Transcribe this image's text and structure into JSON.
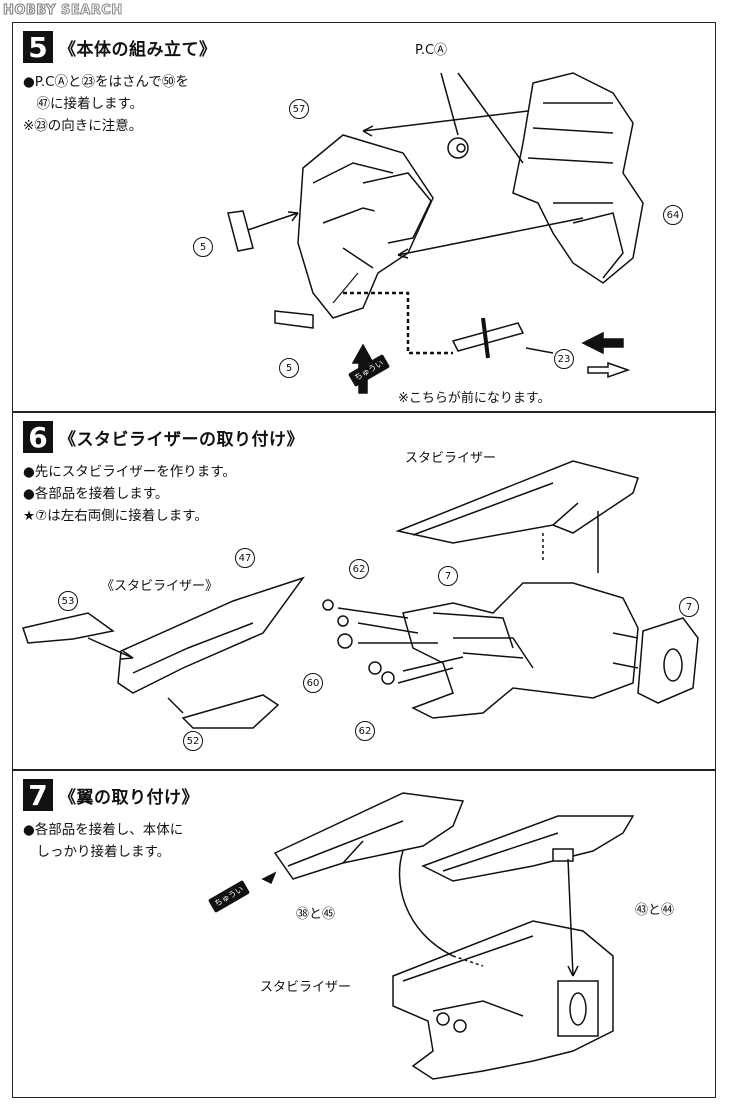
{
  "watermark": {
    "logo": "HOBBY",
    "text": "SEARCH"
  },
  "step5": {
    "number": "5",
    "title": "《本体の組み立て》",
    "instructions": [
      "●P.CⒶと㉓をはさんで㊿を",
      "　㊼に接着します。",
      "※㉓の向きに注意。"
    ],
    "labels": {
      "pc": "P.CⒶ",
      "front_note": "※こちらが前になります。",
      "caution": "ちゅうい"
    },
    "parts": [
      "57",
      "5",
      "5",
      "64",
      "23"
    ]
  },
  "step6": {
    "number": "6",
    "title": "《スタビライザーの取り付け》",
    "instructions": [
      "●先にスタビライザーを作ります。",
      "●各部品を接着します。",
      "★⑦は左右両側に接着します。"
    ],
    "labels": {
      "stabilizer_top": "スタビライザー",
      "stabilizer_sub": "《スタビライザー》"
    },
    "parts": [
      "47",
      "53",
      "52",
      "62",
      "60",
      "62",
      "7",
      "7"
    ]
  },
  "step7": {
    "number": "7",
    "title": "《翼の取り付け》",
    "instructions": [
      "●各部品を接着し、本体に",
      "　しっかり接着します。"
    ],
    "labels": {
      "stabilizer": "スタビライザー",
      "caution": "ちゅうい",
      "part_a": "㊳と㊺",
      "part_b": "㊸と㊹"
    }
  }
}
